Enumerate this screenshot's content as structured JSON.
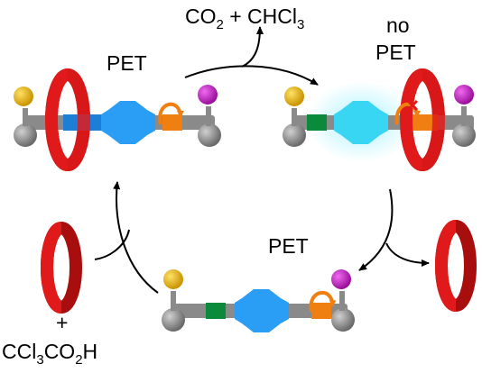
{
  "labels": {
    "top_product_main": "CO",
    "top_product_sub": "2",
    "top_product_rest": " + CHCl",
    "top_product_sub2": "3",
    "pet_left": "PET",
    "no_pet_line1": "no",
    "no_pet_line2": "PET",
    "pet_bottom": "PET",
    "plus": "+",
    "reagent_main": "CCl",
    "reagent_sub": "3",
    "reagent_mid": "CO",
    "reagent_sub2": "2",
    "reagent_end": "H"
  },
  "colors": {
    "ring": "#e01a1a",
    "ring_dark": "#a80e0e",
    "rod": "#8a8a8a",
    "ball_gray": "#808080",
    "ball_yellow": "#e0b000",
    "ball_magenta": "#c21bc2",
    "station_blue": "#1c7ed6",
    "station_green": "#0c8a3c",
    "station_orange": "#f07f12",
    "core_blue": "#2a9df4",
    "core_cyan": "#38d6f2",
    "glow": "#8ee9ff"
  },
  "icons": {
    "rotation_arrow": "orange-curved-arrow",
    "blocked_mark": "red-x-mark"
  }
}
